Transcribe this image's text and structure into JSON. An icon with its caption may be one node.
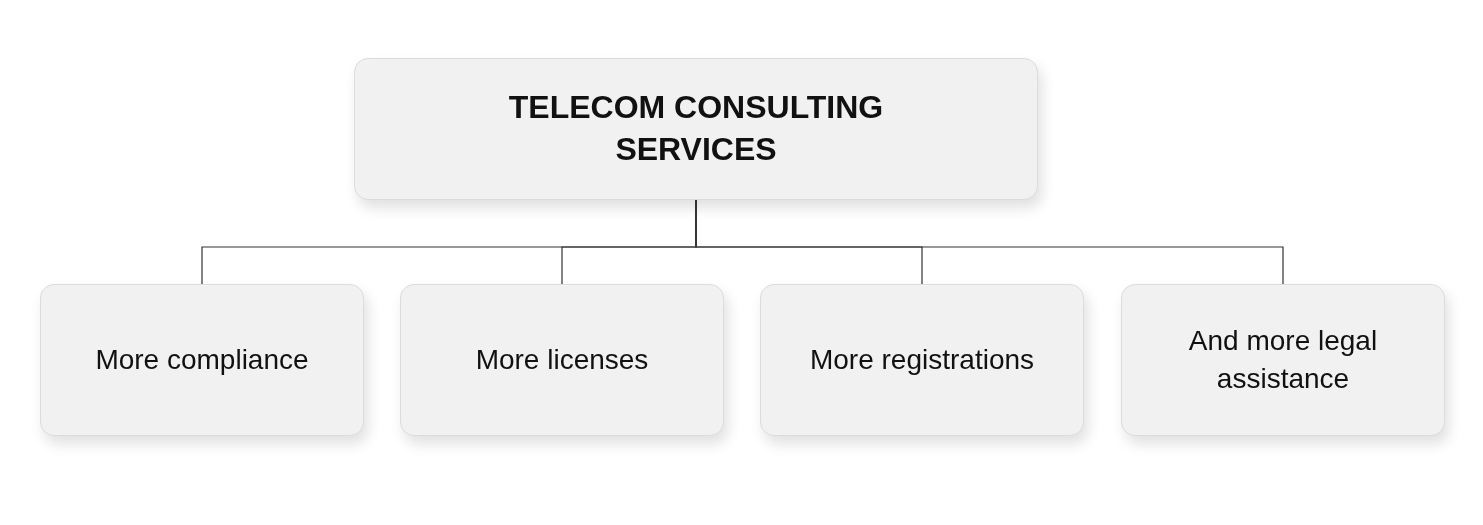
{
  "diagram": {
    "nodes": [
      {
        "text": [
          "TELECOM CONSULTING SERVICES"
        ]
      },
      {
        "text": [
          "More compliance"
        ]
      },
      {
        "text": [
          "More licenses"
        ]
      },
      {
        "text": [
          "More registrations"
        ]
      },
      {
        "text": [
          "And more legal assistance"
        ]
      }
    ],
    "edges": [
      {
        "from": 0,
        "to": 1,
        "arrow": "none"
      },
      {
        "from": 0,
        "to": 2,
        "arrow": "none"
      },
      {
        "from": 0,
        "to": 3,
        "arrow": "none"
      },
      {
        "from": 0,
        "to": 4,
        "arrow": "none"
      }
    ]
  }
}
